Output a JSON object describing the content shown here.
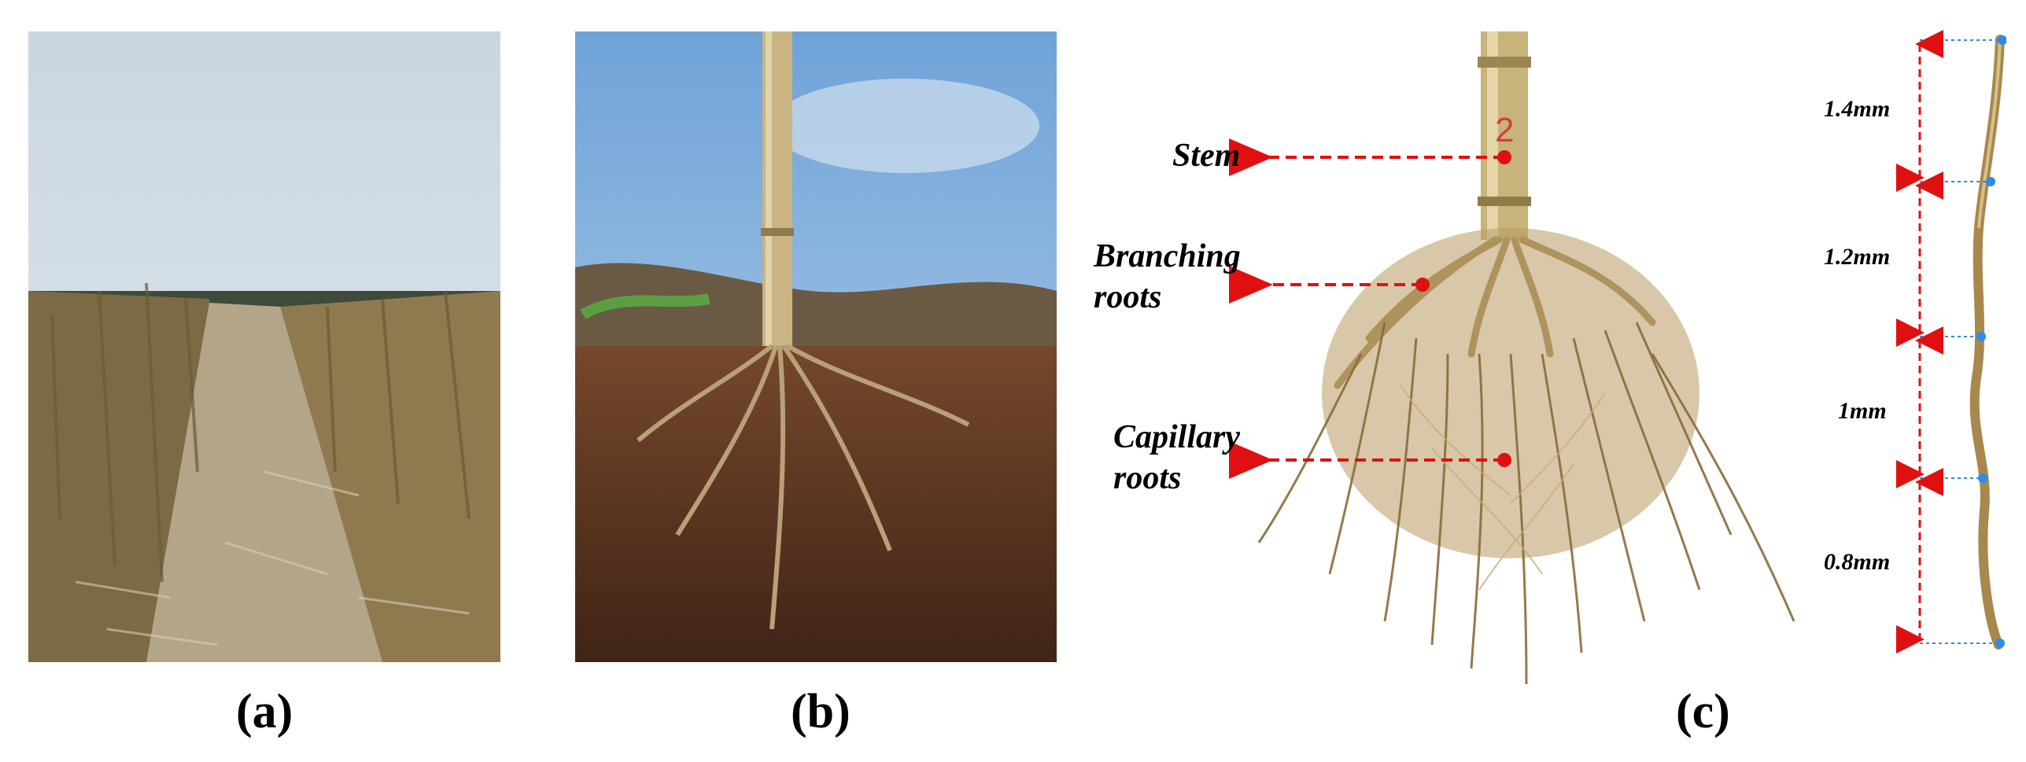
{
  "captions": {
    "a": "(a)",
    "b": "(b)",
    "c": "(c)"
  },
  "labels": {
    "stem": "Stem",
    "branching_line1": "Branching",
    "branching_line2": "roots",
    "capillary_line1": "Capillary",
    "capillary_line2": "roots"
  },
  "dimensions": [
    "1.4mm",
    "1.2mm",
    "1mm",
    "0.8mm"
  ],
  "colors": {
    "annotation_red": "#e01010",
    "guide_blue": "#2a8ee8"
  }
}
